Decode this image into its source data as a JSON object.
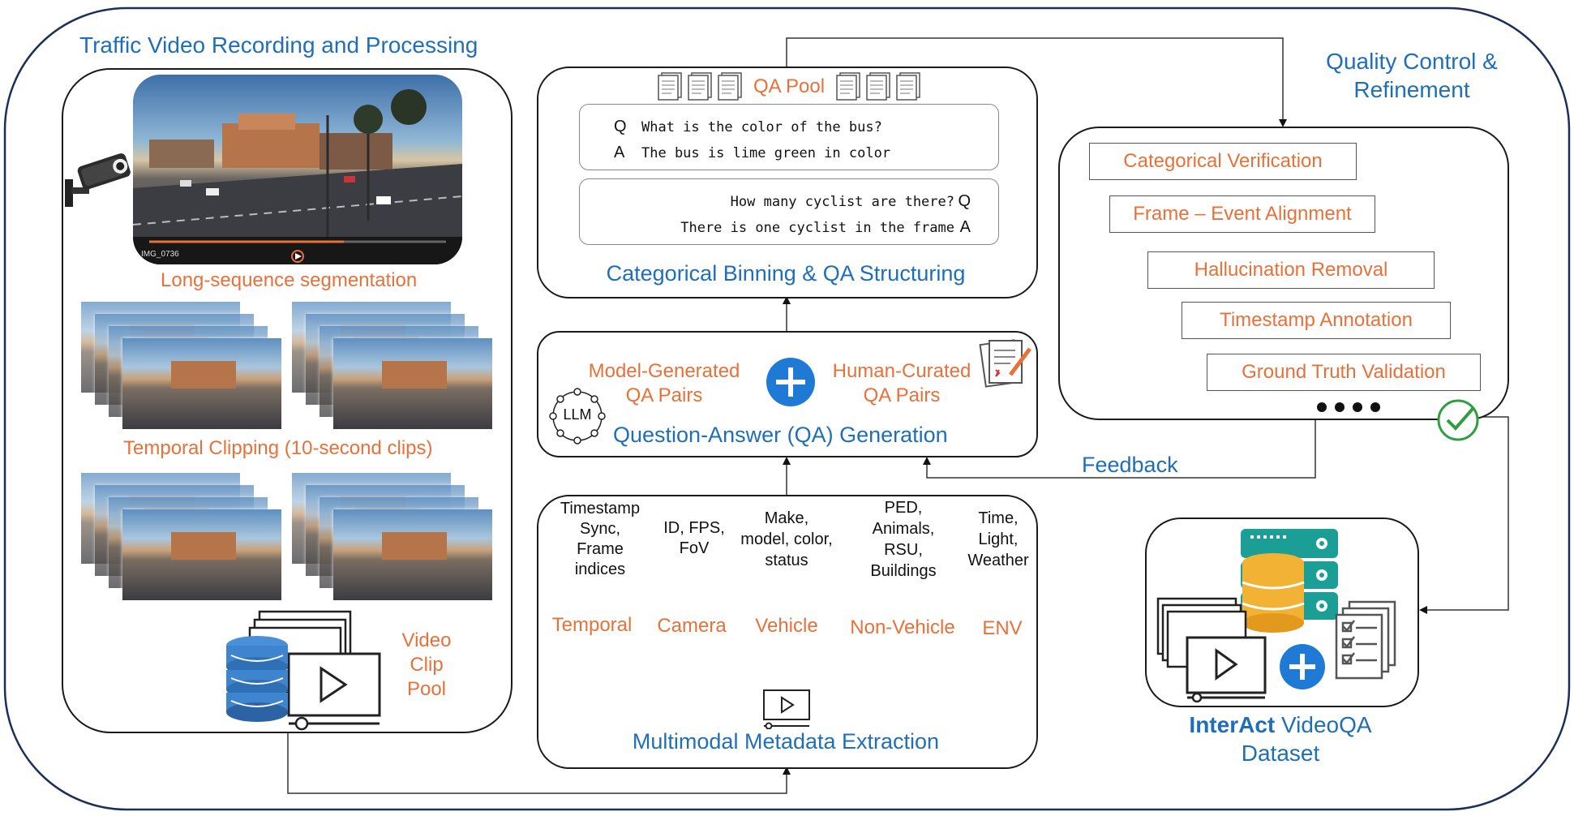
{
  "title_recording": "Traffic Video Recording and Processing",
  "long_seq": "Long-sequence segmentation",
  "temporal_clipping": "Temporal Clipping (10-second clips)",
  "pool": [
    "Video",
    "Clip",
    "Pool"
  ],
  "qa_pool": "QA Pool",
  "qa1": {
    "q_mark": "Q",
    "q": "What is the color of the bus?",
    "a_mark": "A",
    "a": "The bus is lime green in color"
  },
  "qa2": {
    "q_mark": "Q",
    "q": "How many cyclist are there?",
    "a_mark": "A",
    "a": "There is one cyclist in the frame"
  },
  "binning": "Categorical Binning & QA Structuring",
  "model_gen": [
    "Model-Generated",
    "QA Pairs"
  ],
  "human_cur": [
    "Human-Curated",
    "QA Pairs"
  ],
  "llm": "LLM",
  "qa_gen": "Question-Answer (QA) Generation",
  "feedback": "Feedback",
  "metadata": {
    "title": "Multimodal Metadata Extraction",
    "cats": [
      {
        "name": "Temporal",
        "desc": [
          "Timestamp",
          "Sync,",
          "Frame",
          "indices"
        ]
      },
      {
        "name": "Camera",
        "desc": [
          "ID, FPS,",
          "FoV"
        ]
      },
      {
        "name": "Vehicle",
        "desc": [
          "Make,",
          "model, color,",
          "status"
        ]
      },
      {
        "name": "Non-Vehicle",
        "desc": [
          "PED,",
          "Animals,",
          "RSU,",
          "Buildings"
        ]
      },
      {
        "name": "ENV",
        "desc": [
          "Time,",
          "Light,",
          "Weather"
        ]
      }
    ]
  },
  "qc_title": [
    "Quality Control &",
    "Refinement"
  ],
  "qc_steps": [
    "Categorical Verification",
    "Frame – Event Alignment",
    "Hallucination Removal",
    "Timestamp Annotation",
    "Ground Truth Validation"
  ],
  "dataset": {
    "brand": "InterAct",
    "name": "VideoQA",
    "line2": "Dataset"
  },
  "video_caption": "IMG_0736",
  "colors": {
    "blue": "#1f6fb8",
    "orange": "#e8713a",
    "teal": "#1a9e96",
    "gold": "#f2b233",
    "green": "#2e9e3e"
  }
}
